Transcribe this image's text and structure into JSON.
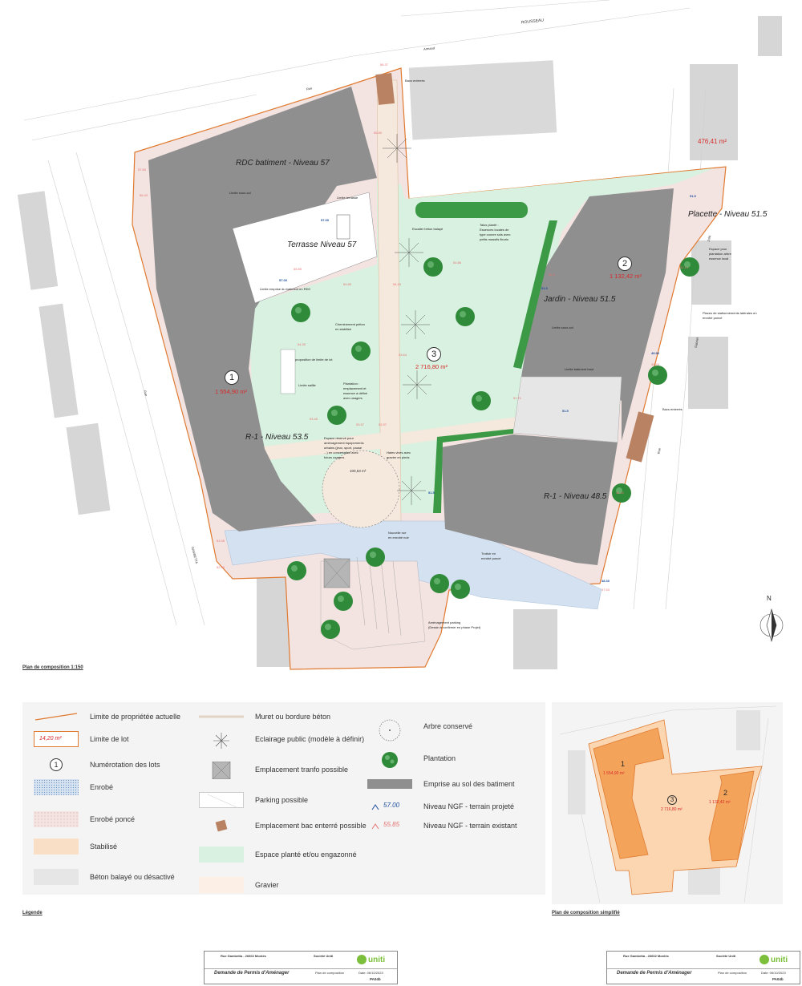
{
  "plan": {
    "caption": "Plan de composition 1:150",
    "streets": [
      "ROUSSEAU",
      "Armand",
      "Rue",
      "Rue",
      "GAMBETTA",
      "Rue",
      "Rue",
      "Zola",
      "Gabriel"
    ],
    "north_label": "N",
    "levels": {
      "rdc": "RDC batiment - Niveau 57",
      "terrasse": "Terrasse Niveau 57",
      "r1_west": "R-1 - Niveau 53.5",
      "jardin": "Jardin - Niveau 51.5",
      "placette": "Placette - Niveau 51.5",
      "r1_east": "R-1 - Niveau 48.5"
    },
    "lots": [
      {
        "num": "1",
        "area": "1 554,90 m²"
      },
      {
        "num": "2",
        "area": "1 132,42 m²"
      },
      {
        "num": "3",
        "area": "2 716,80 m²"
      }
    ],
    "extra_area": "476,41 m²",
    "circle_area": "100,53 m²",
    "annotations": {
      "bacs_enterres_top": "Bacs enterrés",
      "limite_sous_sol_w": "Limite sous-sol",
      "limite_terrasse": "Limite terrasse",
      "limite_emprise": "Limite emprise du batiment en RDC",
      "escalier": "Escalier béton balayé",
      "talus_1": "Talus planté :",
      "talus_2": "Essences locales de",
      "talus_3": "type couvre sols avec",
      "talus_4": "petits massifs fleuris",
      "espace_pour_1": "Espace pour",
      "espace_pour_2": "plantation arbre",
      "espace_pour_3": "essence local",
      "places_1": "Places de stationnements latérales en",
      "places_2": "enrobé poncé",
      "limite_sous_sol_e": "Limite sous-sol",
      "limite_bat_haut": "Limite batiment haut",
      "cheminement_1": "Cheminement piéton",
      "cheminement_2": "en stabilisé",
      "proposition": "proposition de limite de lot",
      "limite_saillie": "Limite saillie",
      "plantation_1": "Plantation :",
      "plantation_2": "emplacement et",
      "plantation_3": "essence à définir",
      "plantation_4": "avec usagers",
      "bacs_enterres_e": "Bacs enterrés",
      "espace_1": "Espace réservé pour",
      "espace_2": "aménagement équipements",
      "espace_3": "urbains (jeux, sport, pause",
      "espace_4": "...) en concertation avec",
      "espace_5": "futurs usagers",
      "haies_1": "Haies vives avec",
      "haies_2": "gravier en pieds",
      "nouvelle_1": "Nouvelle rue",
      "nouvelle_2": "en enrobé noir",
      "trottoir_1": "Trottoir en",
      "trottoir_2": "enrobé poncé",
      "parking_1": "Aménagement parking",
      "parking_2": "(Dessin à confirmer en phase Projet)"
    },
    "ngf_projected": [
      "57.00",
      "57.00",
      "51.5",
      "51.5",
      "49.90",
      "51.5",
      "48.30",
      "51.5"
    ],
    "ngf_existing": [
      "56.37",
      "55.80",
      "57.60",
      "56.43",
      "55.85",
      "54.80",
      "54.30",
      "54.15",
      "53.64",
      "54.86",
      "53.45",
      "53.57",
      "52.97",
      "51.71",
      "52.4",
      "52.14",
      "49.20",
      "48.12",
      "52.40",
      "51.05",
      "47.63"
    ]
  },
  "legend": {
    "caption": "Légende",
    "items": [
      {
        "label": "Limite de propriétée actuelle",
        "swatch": "property-line"
      },
      {
        "label": "Limite de lot",
        "swatch": "lot-line",
        "sample": "14,20 m²"
      },
      {
        "label": "Numérotation des lots",
        "swatch": "lot-number",
        "sample": "1"
      },
      {
        "label": "Enrobé",
        "swatch": "enrobe"
      },
      {
        "label": "Enrobé poncé",
        "swatch": "enrobe-ponce"
      },
      {
        "label": "Stabilisé",
        "swatch": "stabilise"
      },
      {
        "label": "Béton balayé ou désactivé",
        "swatch": "beton"
      },
      {
        "label": "Muret ou bordure béton",
        "swatch": "muret"
      },
      {
        "label": "Eclairage public (modèle à définir)",
        "swatch": "eclairage"
      },
      {
        "label": "Emplacement tranfo possible",
        "swatch": "tranfo"
      },
      {
        "label": "Parking possible",
        "swatch": "parking"
      },
      {
        "label": "Emplacement bac enterré possible",
        "swatch": "bac"
      },
      {
        "label": "Espace planté et/ou engazonné",
        "swatch": "espace-plante"
      },
      {
        "label": "Gravier",
        "swatch": "gravier"
      },
      {
        "label": "Arbre conservé",
        "swatch": "arbre-conserve"
      },
      {
        "label": "Plantation",
        "swatch": "plantation"
      },
      {
        "label": "Emprise au sol des batiment",
        "swatch": "emprise"
      },
      {
        "label": "Niveau NGF - terrain projeté",
        "swatch": "ngf-projete",
        "sample": "57.00"
      },
      {
        "label": "Niveau NGF - terrain existant",
        "swatch": "ngf-existant",
        "sample": "55.85"
      }
    ]
  },
  "mini_plan": {
    "caption": "Plan de composition simplifié",
    "lots": [
      {
        "num": "1",
        "area": "1 554,90 m²"
      },
      {
        "num": "2",
        "area": "1 132,42 m²"
      },
      {
        "num": "3",
        "area": "2 716,80 m²"
      }
    ]
  },
  "cartouches": [
    {
      "address": "Rue Gambetta - 26602 Montés",
      "company": "Société Uniti",
      "logo": "uniti",
      "title": "Demande de Permis d'Aménager",
      "doc": "Plan de composition",
      "date": "Date: 06/10/2023",
      "ref": "PA04b"
    },
    {
      "address": "Rue Gambetta - 26602 Montés",
      "company": "Société Uniti",
      "logo": "uniti",
      "title": "Demande de Permis d'Aménager",
      "doc": "Plan de composition",
      "date": "Date: 06/10/2023",
      "ref": "PA04b"
    }
  ],
  "colors": {
    "building": "#8f8f8f",
    "green": "#d9f1e0",
    "enrobe_ponce": "#f3e3e1",
    "stabilise": "#f9dfc6",
    "enrobe": "#d4e1f0",
    "beton": "#e6e6e6",
    "tree": "#2f8a3a",
    "bac": "#b98262",
    "lot_line": "#e07a30",
    "ngf_projected": "#1d4f9e",
    "ngf_existing": "#e57373",
    "mini_lot_dark": "#f4a45a",
    "mini_lot_light": "#fbd6b0"
  }
}
